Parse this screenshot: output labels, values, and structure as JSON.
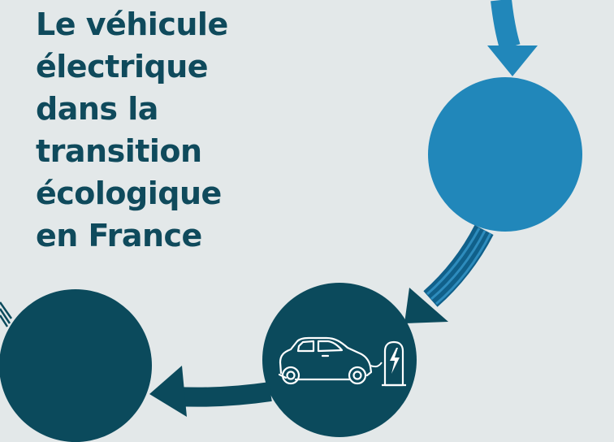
{
  "title": {
    "lines": [
      "Le véhicule",
      "électrique",
      "dans la",
      "transition",
      "écologique",
      "en France"
    ]
  },
  "colors": {
    "background": "#e3e8e9",
    "title_text": "#0f4a5c",
    "light_blue": "#2187ba",
    "dark_teal": "#0b4a5c",
    "icon_stroke": "#ffffff"
  },
  "icons": {
    "car": "electric-car-icon",
    "charger": "charging-station-icon",
    "bolt": "lightning-bolt-icon"
  }
}
